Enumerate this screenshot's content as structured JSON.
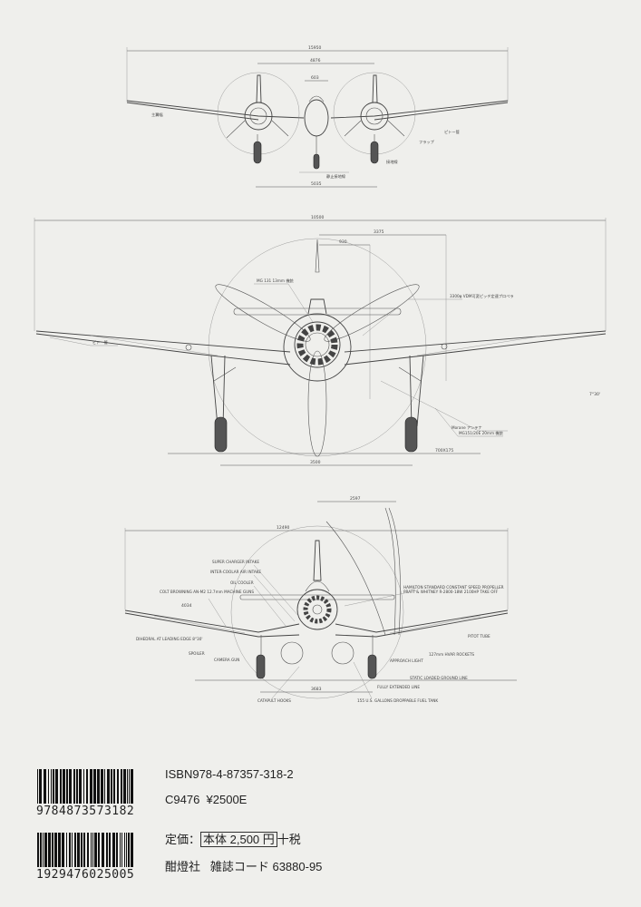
{
  "drawing_front_twin": {
    "dims": [
      "15950",
      "4876",
      "603",
      "5035"
    ],
    "labels": [
      "主翼幅",
      "ピトー管",
      "フラップ",
      "接地線",
      "静止接地線"
    ]
  },
  "drawing_front_fw": {
    "dims": [
      "10500",
      "3375",
      "930",
      "7°30'",
      "3500",
      "700X175"
    ],
    "labels": [
      "MG 131 13mm 機銃",
      "3300φ VDM可変ピッチ定速プロペラ",
      "ピトー管",
      "MG151/20E 20mm 機銃",
      "Morane アンテナ"
    ]
  },
  "drawing_front_corsair": {
    "dims": [
      "2597",
      "12490",
      "4034",
      "3683"
    ],
    "labels": [
      "SUPER CHARGER INTAKE",
      "INTER-COOLAR AIR INTAKE",
      "OIL COOLER",
      "COLT BROWNING AN-M2 12.7mm MACHINE GUNS",
      "HAMILTON STANDARD CONSTANT SPEED PROPELLER",
      "PRATT & WHITNEY R-2800-18W 2100HP TAKE OFF",
      "DIHEDRAL AT LEADING EDGE 8°30'",
      "SPOILER",
      "CAMERA GUN",
      "APPROACH LIGHT",
      "127mm HVAR ROCKETS",
      "PITOT TUBE",
      "STATIC LOADED GROUND LINE",
      "FULLY EXTENDED LINE",
      "CATAPULT HOOKS",
      "155 U.S. GALLONS DROPPABLE FUEL TANK"
    ]
  },
  "back_matter": {
    "barcode1_digits": "9784873573182",
    "barcode2_digits": "1929476025005",
    "isbn": "ISBN978-4-87357-318-2",
    "classification": "C9476  ¥2500E",
    "price_label": "定価：",
    "price_boxed": "本体 2,500 円",
    "price_tax": "十税",
    "publisher": "酣燈社",
    "magazine_code": "雑誌コード 63880-95"
  }
}
